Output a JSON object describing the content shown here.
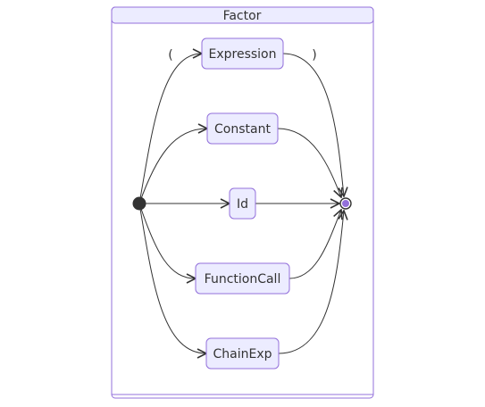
{
  "composite": {
    "title": "Factor"
  },
  "states": {
    "expression": "Expression",
    "constant": "Constant",
    "id": "Id",
    "function_call": "FunctionCall",
    "chain_exp": "ChainExp"
  },
  "edge_labels": {
    "open_paren": "(",
    "close_paren": ")"
  },
  "colors": {
    "state_fill": "#ececff",
    "state_border": "#9370db",
    "edge": "#333333",
    "end_inner": "#9370db"
  }
}
